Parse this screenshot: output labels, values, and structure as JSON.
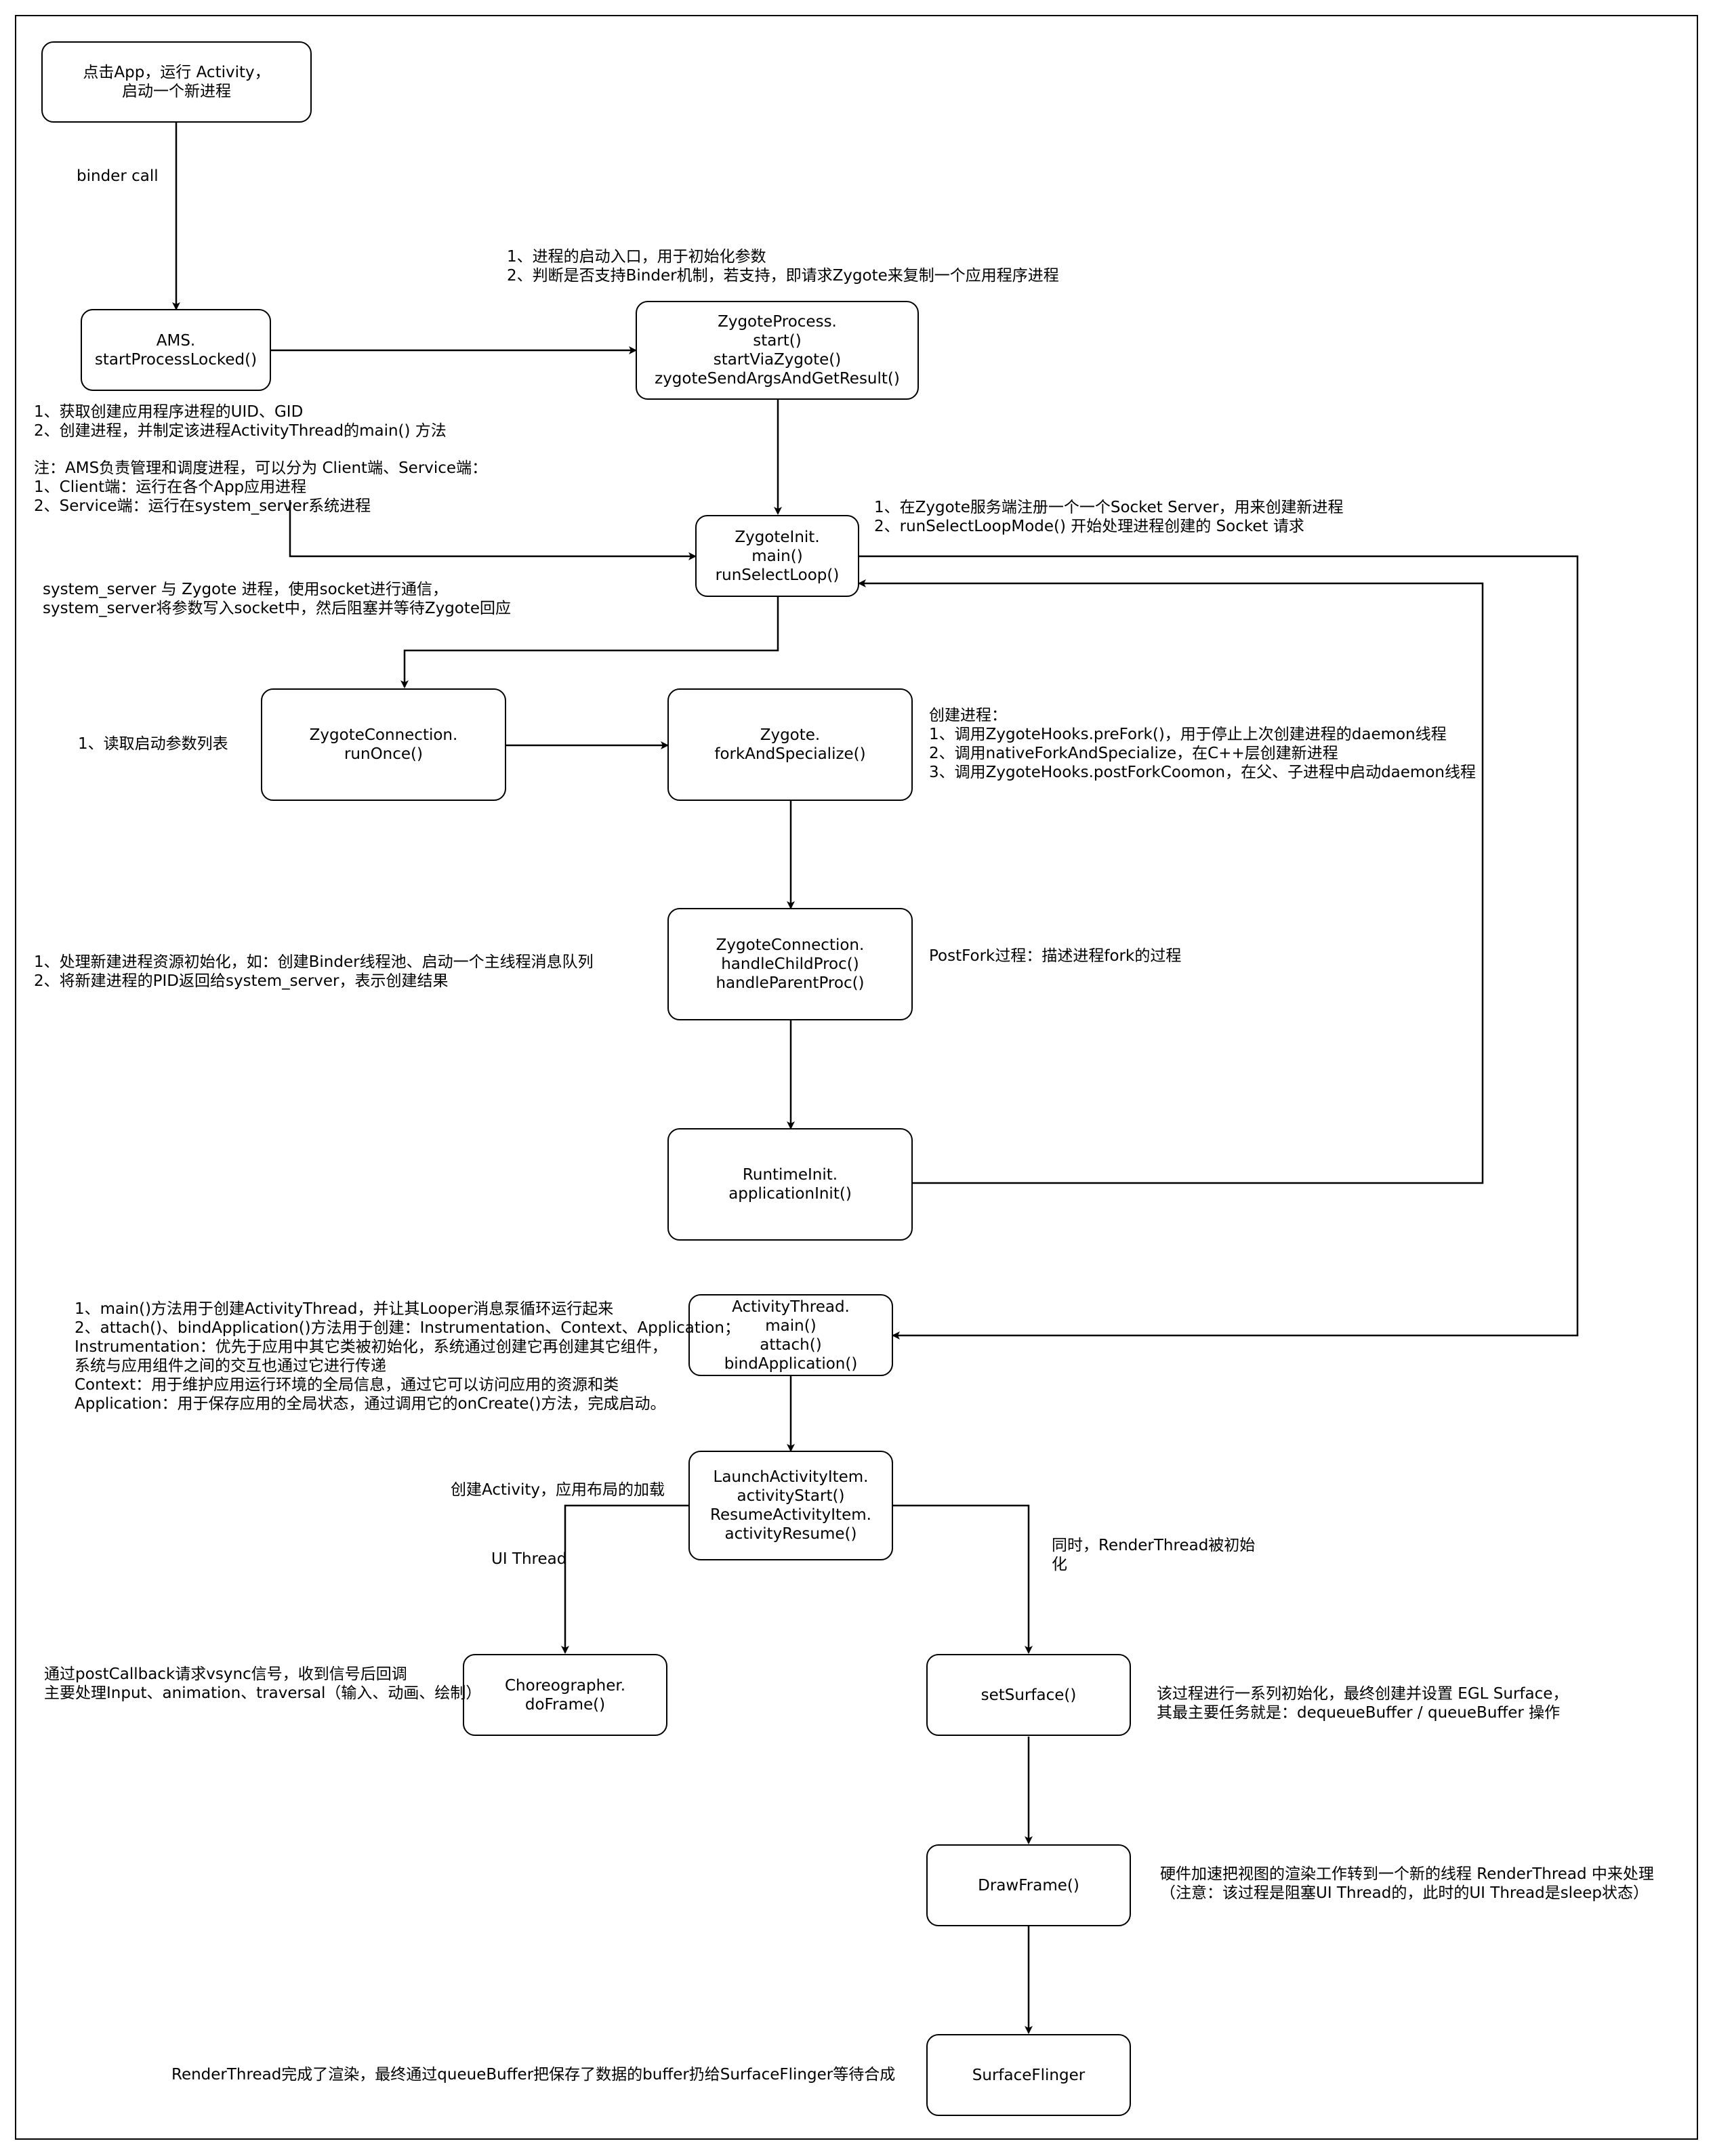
{
  "nodes": {
    "start_node": "点击App，运行 Activity，\n启动一个新进程",
    "ams": "AMS.\nstartProcessLocked()",
    "zygote_process": "ZygoteProcess.\nstart()\nstartViaZygote()\nzygoteSendArgsAndGetResult()",
    "zygote_init": "ZygoteInit.\nmain()\nrunSelectLoop()",
    "zygote_connection": "ZygoteConnection.\nrunOnce()",
    "zygote_fork": "Zygote.\nforkAndSpecialize()",
    "zygote_connection_proc": "ZygoteConnection.\nhandleChildProc()\nhandleParentProc()",
    "runtime_init": "RuntimeInit.\napplicationInit()",
    "activity_thread": "ActivityThread.\nmain()\nattach()\nbindApplication()",
    "launch_activity_item": "LaunchActivityItem.\nactivityStart()\nResumeActivityItem.\nactivityResume()",
    "choreographer": "Choreographer.\ndoFrame()",
    "set_surface": "setSurface()",
    "draw_frame": "DrawFrame()",
    "surface_flinger": "SurfaceFlinger"
  },
  "edge_labels": {
    "binder_call": "binder call",
    "ui_thread": "UI Thread",
    "create_activity": "创建Activity，应用布局的加载",
    "render_thread_init": "同时，RenderThread被初始\n化"
  },
  "notes": {
    "zygote_process_note": "1、进程的启动入口，用于初始化参数\n2、判断是否支持Binder机制，若支持，即请求Zygote来复制一个应用程序进程",
    "ams_note": "1、获取创建应用程序进程的UID、GID\n2、创建进程，并制定该进程ActivityThread的main() 方法",
    "ams_role_note": "注：AMS负责管理和调度进程，可以分为 Client端、Service端：\n1、Client端：运行在各个App应用进程\n2、Service端：运行在system_server系统进程",
    "zygote_init_note": "1、在Zygote服务端注册一个一个Socket Server，用来创建新进程\n2、runSelectLoopMode() 开始处理进程创建的 Socket 请求",
    "socket_note": "system_server 与 Zygote 进程，使用socket进行通信，\nsystem_server将参数写入socket中，然后阻塞并等待Zygote回应",
    "read_args_note": "1、读取启动参数列表",
    "fork_note": "创建进程：\n1、调用ZygoteHooks.preFork()，用于停止上次创建进程的daemon线程\n2、调用nativeForkAndSpecialize，在C++层创建新进程\n3、调用ZygoteHooks.postForkCoomon，在父、子进程中启动daemon线程",
    "post_fork_note": "PostFork过程：描述进程fork的过程",
    "child_proc_note": "1、处理新建进程资源初始化，如：创建Binder线程池、启动一个主线程消息队列\n2、将新建进程的PID返回给system_server，表示创建结果",
    "activity_thread_note": "1、main()方法用于创建ActivityThread，并让其Looper消息泵循环运行起来\n2、attach()、bindApplication()方法用于创建：Instrumentation、Context、Application；\nInstrumentation：优先于应用中其它类被初始化，系统通过创建它再创建其它组件，\n                         系统与应用组件之间的交互也通过它进行传递\nContext：用于维护应用运行环境的全局信息，通过它可以访问应用的资源和类\nApplication：用于保存应用的全局状态，通过调用它的onCreate()方法，完成启动。",
    "choreographer_note": "通过postCallback请求vsync信号，收到信号后回调\n主要处理Input、animation、traversal（输入、动画、绘制）",
    "set_surface_note": "该过程进行一系列初始化，最终创建并设置 EGL Surface，\n其最主要任务就是：dequeueBuffer / queueBuffer 操作",
    "draw_frame_note": "硬件加速把视图的渲染工作转到一个新的线程 RenderThread 中来处理\n（注意：该过程是阻塞UI Thread的，此时的UI Thread是sleep状态）",
    "surface_flinger_note": "RenderThread完成了渲染，最终通过queueBuffer把保存了数据的buffer扔给SurfaceFlinger等待合成"
  },
  "colors": {
    "stroke": "#000000",
    "background": "#ffffff"
  }
}
